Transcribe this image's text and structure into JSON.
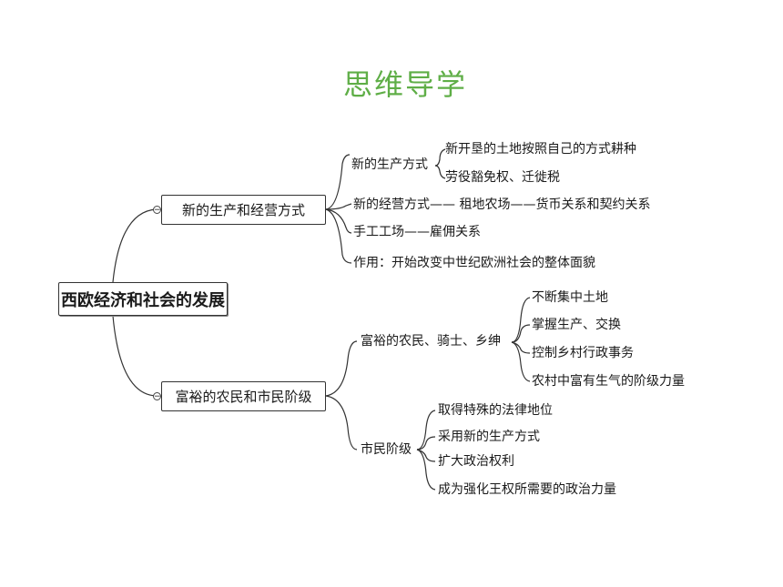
{
  "title": "思维导学",
  "root": "西欧经济和社会的发展",
  "branch1": {
    "label": "新的生产和经营方式",
    "mode": {
      "label": "新的生产方式",
      "items": [
        "新开垦的土地按照自己的方式耕种",
        "劳役豁免权、迁徙税"
      ]
    },
    "operation": "新的经营方式—— 租地农场——货币关系和契约关系",
    "handicraft": "手工工场——雇佣关系",
    "effect": "作用：开始改变中世纪欧洲社会的整体面貌"
  },
  "branch2": {
    "label": "富裕的农民和市民阶级",
    "rich": {
      "label": "富裕的农民、骑士、乡绅",
      "items": [
        "不断集中土地",
        "掌握生产、交换",
        "控制乡村行政事务",
        "农村中富有生气的阶级力量"
      ]
    },
    "citizens": {
      "label": "市民阶级",
      "items": [
        "取得特殊的法律地位",
        "采用新的生产方式",
        " 扩大政治权利",
        "成为强化王权所需要的政治力量"
      ]
    }
  }
}
